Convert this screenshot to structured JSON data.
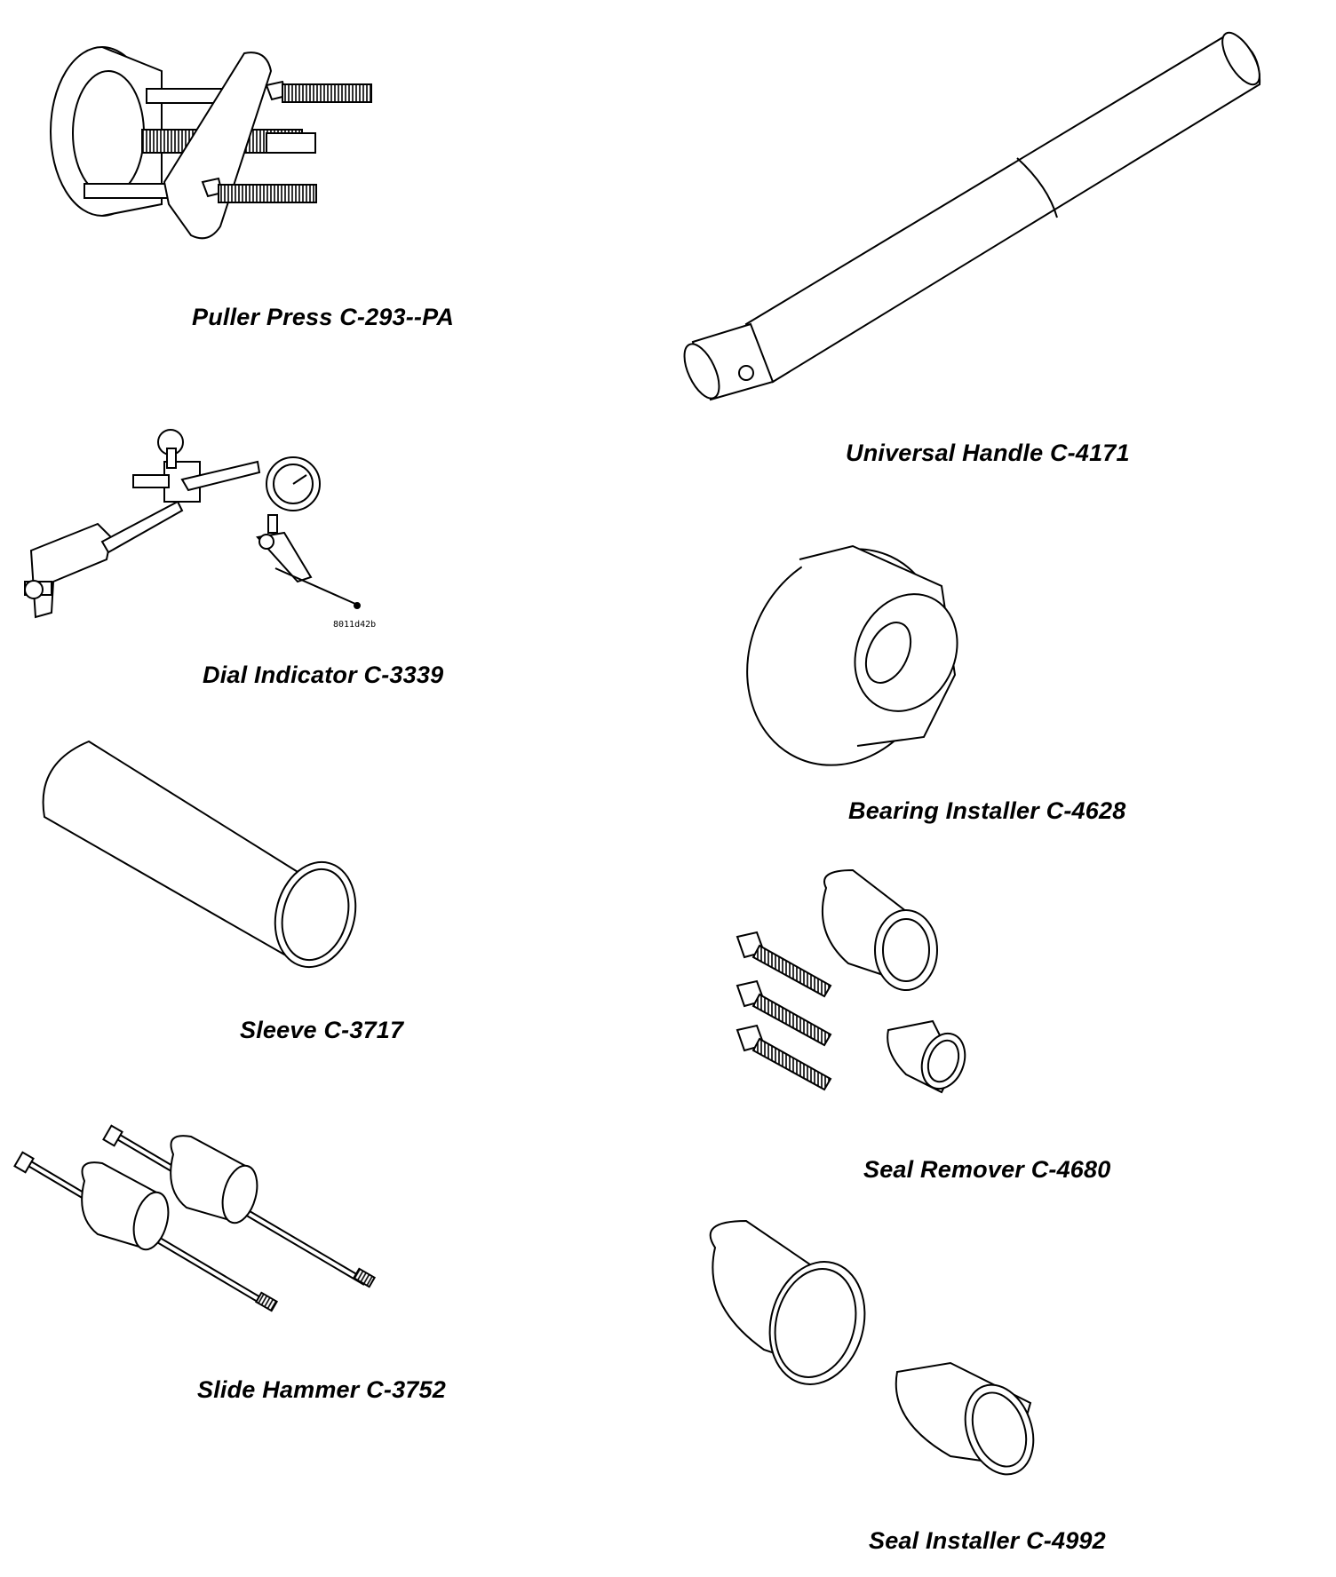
{
  "tools": [
    {
      "id": "puller-press",
      "label": "Puller Press C-293--PA"
    },
    {
      "id": "universal-handle",
      "label": "Universal Handle C-4171"
    },
    {
      "id": "dial-indicator",
      "label": "Dial Indicator C-3339"
    },
    {
      "id": "bearing-installer",
      "label": "Bearing Installer C-4628"
    },
    {
      "id": "sleeve",
      "label": "Sleeve C-3717"
    },
    {
      "id": "seal-remover",
      "label": "Seal Remover C-4680"
    },
    {
      "id": "slide-hammer",
      "label": "Slide Hammer C-3752"
    },
    {
      "id": "seal-installer",
      "label": "Seal Installer C-4992"
    }
  ],
  "figure_code": "8011d42b"
}
